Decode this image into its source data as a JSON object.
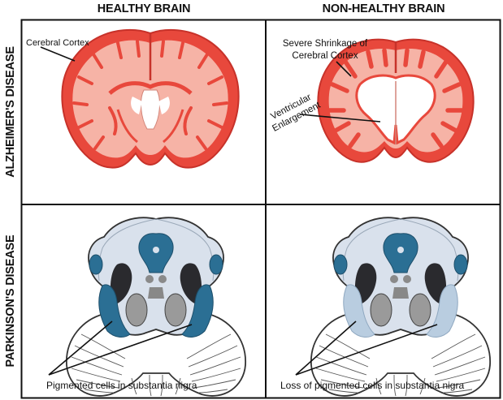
{
  "columns": {
    "healthy": "HEALTHY BRAIN",
    "nonhealthy": "NON-HEALTHY BRAIN"
  },
  "rows": {
    "alzheimers": "ALZHEIMER'S DISEASE",
    "parkinsons": "PARKINSON'S DISEASE"
  },
  "labels": {
    "cerebral_cortex": "Cerebral Cortex",
    "shrinkage_line1": "Severe Shrinkage of",
    "shrinkage_line2": "Cerebral Cortex",
    "ventricular_line1": "Ventricular",
    "ventricular_line2": "Enlargement",
    "pigmented": "Pigmented cells in substantia nigra",
    "loss_pigmented": "Loss of pigmented cells in substantia nigra"
  },
  "colors": {
    "cortex_outer": "#e8483c",
    "cortex_inner": "#f6b3a6",
    "midbrain_fill": "#d9e1ec",
    "pigment_dark": "#2b6f94",
    "pigment_light": "#b9cde0",
    "black_nucleus": "#2a2a2e",
    "gray_nucleus": "#9a9a9a"
  }
}
